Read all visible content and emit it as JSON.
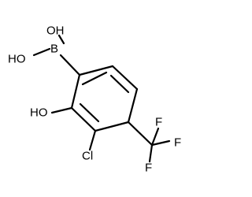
{
  "atoms": {
    "oh_top": "OH",
    "ho_left": "HO",
    "boron": "B",
    "ho_phenol": "HO",
    "chlorine": "Cl",
    "fluorine_top": "F",
    "fluorine_right": "F",
    "fluorine_bottom": "F"
  },
  "colors": {
    "bond": "#000000",
    "heteroatom": "#000000",
    "background": "#ffffff"
  }
}
